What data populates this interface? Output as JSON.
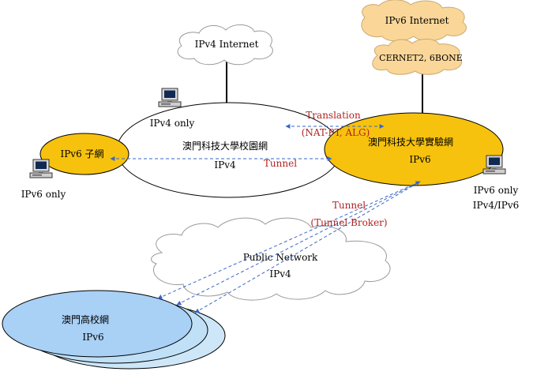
{
  "colors": {
    "orange_fill": "#f7c20e",
    "cloud_orange": "#fad799",
    "blue_fill": "#a9d0f5",
    "blue_light": "#cde7f8",
    "tunnel_line": "#3a66c8",
    "annotation": "#b22222"
  },
  "nodes": {
    "ipv4_internet": "IPv4 Internet",
    "ipv6_internet": "IPv6 Internet",
    "cernet": "CERNET2, 6BONE",
    "campus_name": "澳門科技大學校園網",
    "campus_proto": "IPv4",
    "lab_name": "澳門科技大學實驗網",
    "lab_proto": "IPv6",
    "subnet_name": "IPv6 子網",
    "public_name": "Public Network",
    "public_proto": "IPv4",
    "macau_name": "澳門高校網",
    "macau_proto": "IPv6"
  },
  "hosts": {
    "campus_host": "IPv4 only",
    "subnet_host": "IPv6 only",
    "lab_host_1": "IPv6 only",
    "lab_host_2": "IPv4/IPv6"
  },
  "links": {
    "translation_1": "Translation",
    "translation_2": "(NAT-PT, ALG)",
    "tunnel_campus": "Tunnel",
    "tunnel_broker_1": "Tunnel",
    "tunnel_broker_2": "(Tunnel Broker)"
  },
  "icons": [
    "computer-icon",
    "cloud-shape"
  ]
}
